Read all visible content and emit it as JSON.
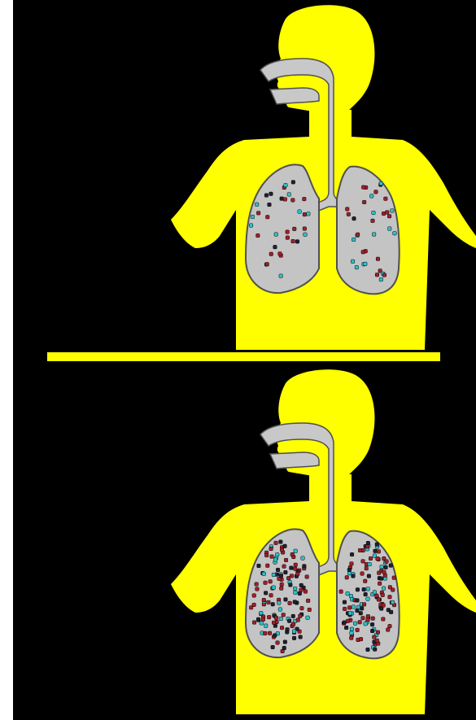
{
  "colors": {
    "background": "#000000",
    "frame": "#ffffff",
    "body": "#ffff00",
    "airway": "#c8c8c8",
    "lung": "#c4c4c4",
    "outline": "#505050",
    "particle_red": "#a0202a",
    "particle_cyan": "#30c0c8",
    "particle_dark": "#202030",
    "divider": "#ffff00"
  },
  "panels": [
    {
      "id": "top",
      "particle_level": "low"
    },
    {
      "id": "bottom",
      "particle_level": "high"
    }
  ],
  "icons": {
    "figure": "human-torso-icon",
    "lungs": "lungs-icon",
    "airway": "airway-icon"
  }
}
